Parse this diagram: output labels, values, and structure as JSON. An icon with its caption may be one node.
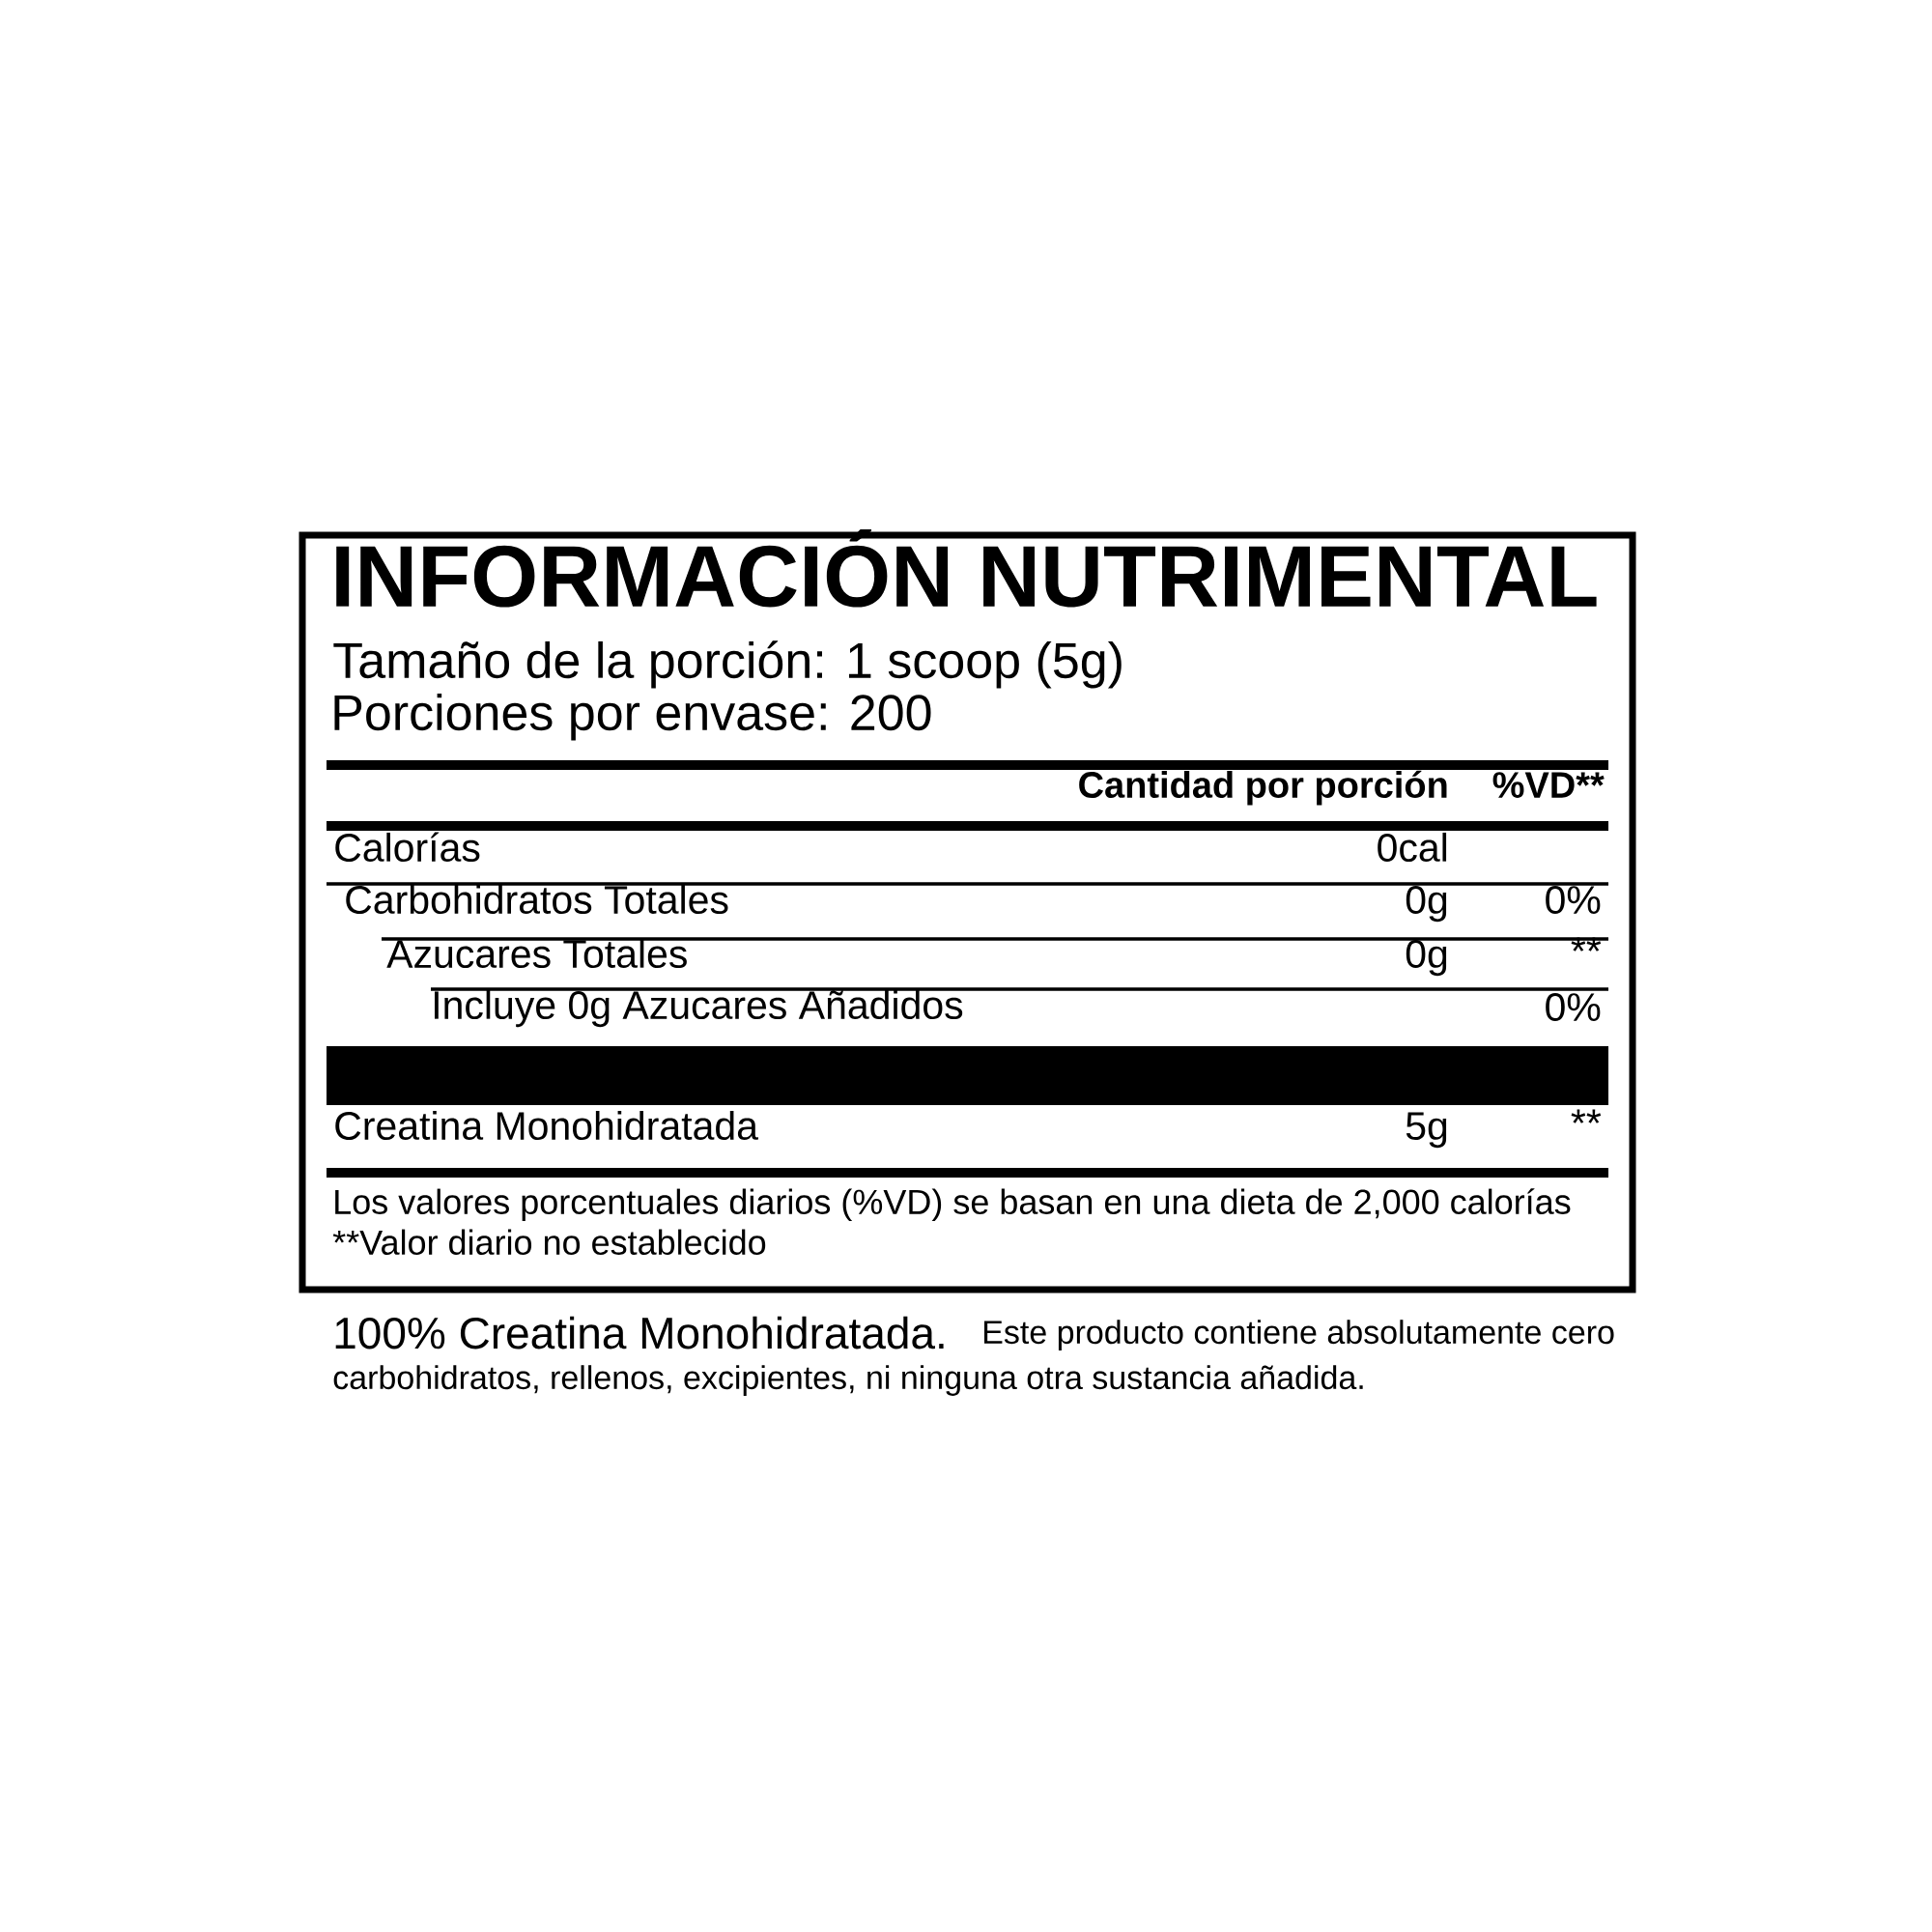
{
  "diagram": {
    "title": "INFORMACIÓN NUTRIMENTAL",
    "labels": [
      "Tamaño de la porción: 1 scoop (5g)",
      "Porciones por envase: 200",
      "Cantidad por porción",
      "%VD**",
      "Calorías",
      "0cal",
      "Carbohidratos Totales",
      "0g",
      "0%",
      "Azucares Totales",
      "0g",
      "**",
      "Incluye 0g Azucares Añadidos",
      "0%",
      "Creatina Monohidratada",
      "5g",
      "**",
      "Los valores porcentuales diarios (%VD) se basan en una dieta de 2,000 calorías",
      "**Valor diario no establecido",
      "100% Creatina Monohidratada.",
      "Este producto contiene absolutamente cero carbohidratos, rellenos, excipientes, ni ninguna otra sustancia añadida."
    ]
  }
}
